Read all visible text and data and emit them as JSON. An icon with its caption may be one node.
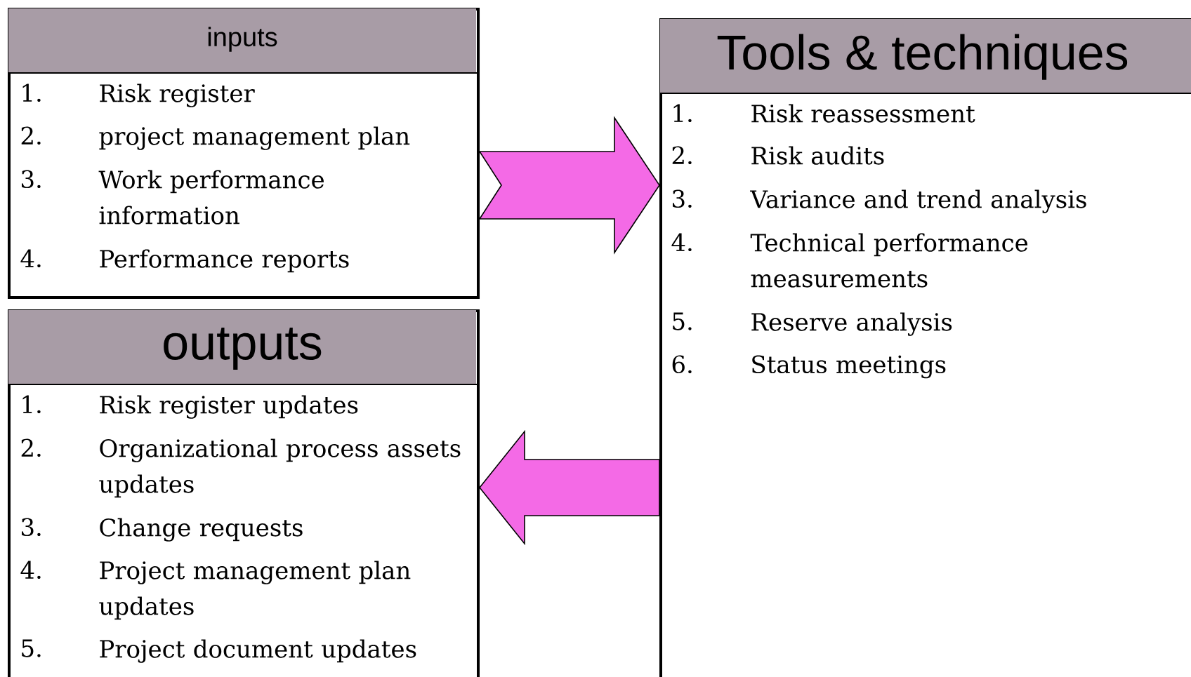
{
  "diagram": {
    "nodes": [
      {
        "text": [
          "inputs",
          "1.",
          "Risk register",
          "2.",
          "project management plan",
          "3.",
          "Work performance information",
          "4.",
          "Performance reports"
        ]
      },
      {
        "text": [
          "Tools & techniques",
          "1.",
          "Risk reassessment",
          "2.",
          "Risk audits",
          "3.",
          "Variance and trend analysis",
          "4.",
          "Technical performance measurements",
          "5.",
          "Reserve analysis",
          "6.",
          "Status meetings"
        ]
      },
      {
        "text": [
          "outputs",
          "1.",
          "Risk register updates",
          "2.",
          "Organizational process assets updates",
          "3.",
          "Change requests",
          "4.",
          "Project management plan updates",
          "5.",
          "Project document updates"
        ]
      }
    ],
    "edges": [
      {
        "from": 0,
        "to": 1,
        "arrow": "to"
      },
      {
        "from": 1,
        "to": 2,
        "arrow": "to"
      }
    ]
  }
}
